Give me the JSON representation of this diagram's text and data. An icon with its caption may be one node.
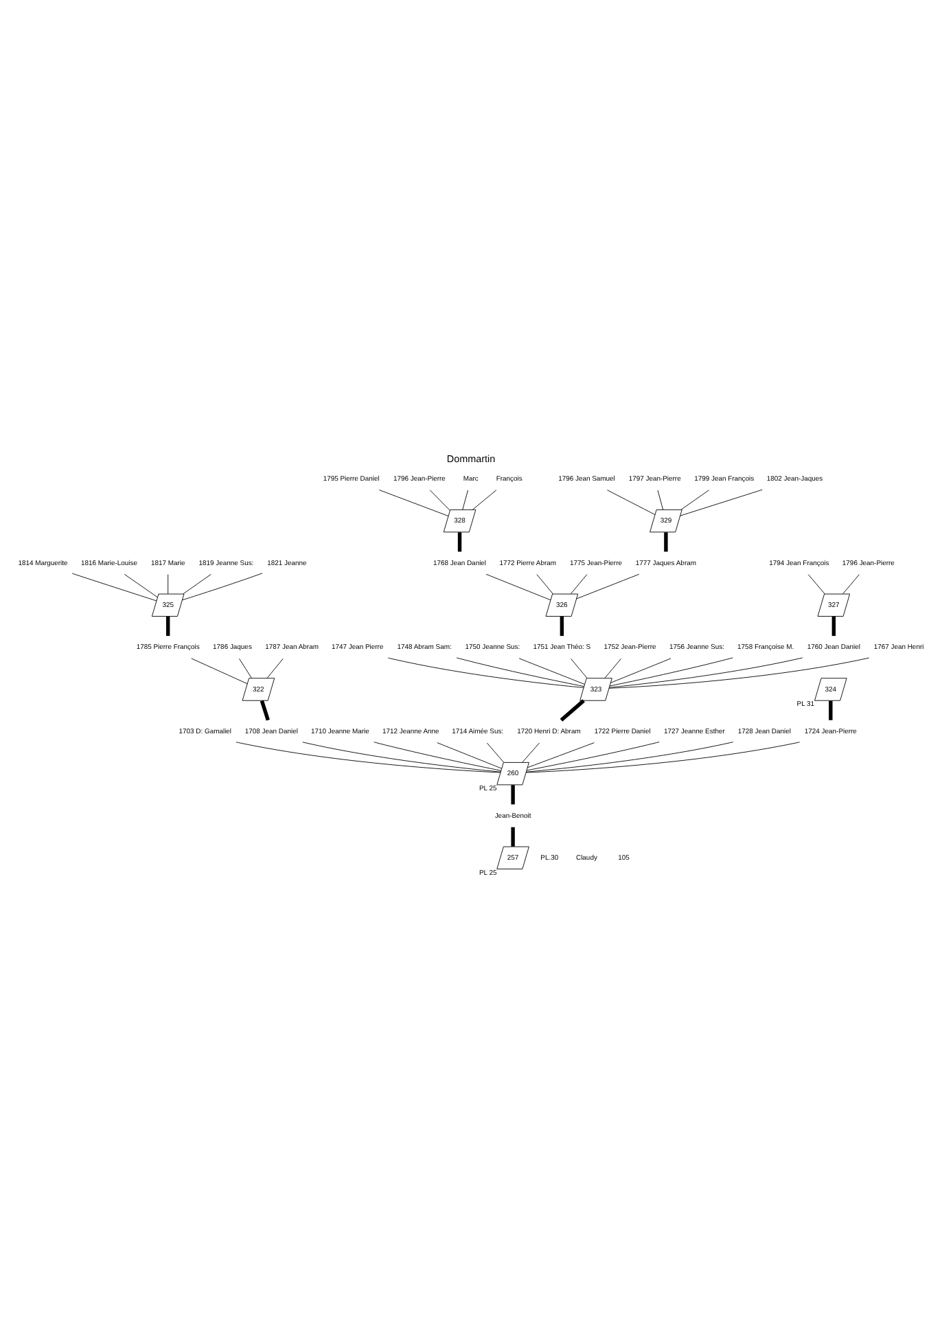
{
  "diagram": {
    "title": "Dommartin",
    "nodes": [
      {
        "text": [
          "257"
        ],
        "beside": [
          "PL 25"
        ]
      },
      {
        "text": [
          "Jean-Benoit"
        ]
      },
      {
        "text": [
          "260"
        ],
        "beside": [
          "PL 25"
        ]
      },
      {
        "text": [
          "1703 D: Gamaliel"
        ]
      },
      {
        "text": [
          "1708 Jean Daniel"
        ]
      },
      {
        "text": [
          "1710 Jeanne Marie"
        ]
      },
      {
        "text": [
          "1712 Jeanne Anne"
        ]
      },
      {
        "text": [
          "1714 Aimée Sus:"
        ]
      },
      {
        "text": [
          "1720 Henri D: Abram"
        ]
      },
      {
        "text": [
          "1722 Pierre Daniel"
        ]
      },
      {
        "text": [
          "1727 Jeanne Esther"
        ]
      },
      {
        "text": [
          "1728 Jean Daniel"
        ]
      },
      {
        "text": [
          "1724 Jean-Pierre"
        ]
      },
      {
        "text": [
          "324"
        ],
        "beside": [
          "PL 31"
        ]
      },
      {
        "text": [
          "322"
        ]
      },
      {
        "text": [
          "1785 Pierre François"
        ]
      },
      {
        "text": [
          "1786 Jaques"
        ]
      },
      {
        "text": [
          "1787 Jean Abram"
        ]
      },
      {
        "text": [
          "325"
        ]
      },
      {
        "text": [
          "1814 Marguerite"
        ]
      },
      {
        "text": [
          "1816 Marie-Louise"
        ]
      },
      {
        "text": [
          "1817 Marie"
        ]
      },
      {
        "text": [
          "1819 Jeanne Sus:"
        ]
      },
      {
        "text": [
          "1821 Jeanne"
        ]
      },
      {
        "text": [
          "323"
        ]
      },
      {
        "text": [
          "1747 Jean Pierre"
        ]
      },
      {
        "text": [
          "1748 Abram Sam:"
        ]
      },
      {
        "text": [
          "1750 Jeanne Sus:"
        ]
      },
      {
        "text": [
          "1751 Jean Théo: S"
        ]
      },
      {
        "text": [
          "1752 Jean-Pierre"
        ]
      },
      {
        "text": [
          "1756 Jeanne Sus:"
        ]
      },
      {
        "text": [
          "1758 Françoise M."
        ]
      },
      {
        "text": [
          "1760 Jean Daniel"
        ]
      },
      {
        "text": [
          "1767 Jean Henri"
        ]
      },
      {
        "text": [
          "326"
        ]
      },
      {
        "text": [
          "1768 Jean Daniel"
        ]
      },
      {
        "text": [
          "1772 Pierre Abram"
        ]
      },
      {
        "text": [
          "1775 Jean-Pierre"
        ]
      },
      {
        "text": [
          "1777 Jaques Abram"
        ]
      },
      {
        "text": [
          "328"
        ]
      },
      {
        "text": [
          "1795 Pierre Daniel"
        ]
      },
      {
        "text": [
          "1796 Jean-Pierre"
        ]
      },
      {
        "text": [
          "Marc"
        ]
      },
      {
        "text": [
          "François"
        ]
      },
      {
        "text": [
          "329"
        ]
      },
      {
        "text": [
          "1796 Jean Samuel"
        ]
      },
      {
        "text": [
          "1797 Jean-Pierre"
        ]
      },
      {
        "text": [
          "1799 Jean François"
        ]
      },
      {
        "text": [
          "1802 Jean-Jaques"
        ]
      },
      {
        "text": [
          "327"
        ]
      },
      {
        "text": [
          "1794 Jean François"
        ]
      },
      {
        "text": [
          "1796 Jean-Pierre"
        ]
      }
    ],
    "edges": [
      {
        "from": 0,
        "to": 1,
        "arrow": "none",
        "style": "thick"
      },
      {
        "from": 1,
        "to": 2,
        "arrow": "none",
        "style": "thick"
      },
      {
        "from": 2,
        "to": 3,
        "arrow": "none"
      },
      {
        "from": 2,
        "to": 4,
        "arrow": "none"
      },
      {
        "from": 2,
        "to": 5,
        "arrow": "none"
      },
      {
        "from": 2,
        "to": 6,
        "arrow": "none"
      },
      {
        "from": 2,
        "to": 7,
        "arrow": "none"
      },
      {
        "from": 2,
        "to": 8,
        "arrow": "none"
      },
      {
        "from": 2,
        "to": 9,
        "arrow": "none"
      },
      {
        "from": 2,
        "to": 10,
        "arrow": "none"
      },
      {
        "from": 2,
        "to": 11,
        "arrow": "none"
      },
      {
        "from": 2,
        "to": 12,
        "arrow": "none"
      },
      {
        "from": 12,
        "to": 13,
        "arrow": "none",
        "style": "thick"
      },
      {
        "from": 4,
        "to": 14,
        "arrow": "none",
        "style": "thick"
      },
      {
        "from": 14,
        "to": 15,
        "arrow": "none"
      },
      {
        "from": 14,
        "to": 16,
        "arrow": "none"
      },
      {
        "from": 14,
        "to": 17,
        "arrow": "none"
      },
      {
        "from": 15,
        "to": 18,
        "arrow": "none",
        "style": "thick"
      },
      {
        "from": 18,
        "to": 19,
        "arrow": "none"
      },
      {
        "from": 18,
        "to": 20,
        "arrow": "none"
      },
      {
        "from": 18,
        "to": 21,
        "arrow": "none"
      },
      {
        "from": 18,
        "to": 22,
        "arrow": "none"
      },
      {
        "from": 18,
        "to": 23,
        "arrow": "none"
      },
      {
        "from": 8,
        "to": 24,
        "arrow": "none",
        "style": "thick"
      },
      {
        "from": 24,
        "to": 25,
        "arrow": "none"
      },
      {
        "from": 24,
        "to": 26,
        "arrow": "none"
      },
      {
        "from": 24,
        "to": 27,
        "arrow": "none"
      },
      {
        "from": 24,
        "to": 28,
        "arrow": "none"
      },
      {
        "from": 24,
        "to": 29,
        "arrow": "none"
      },
      {
        "from": 24,
        "to": 30,
        "arrow": "none"
      },
      {
        "from": 24,
        "to": 31,
        "arrow": "none"
      },
      {
        "from": 24,
        "to": 32,
        "arrow": "none"
      },
      {
        "from": 24,
        "to": 33,
        "arrow": "none"
      },
      {
        "from": 28,
        "to": 34,
        "arrow": "none",
        "style": "thick"
      },
      {
        "from": 34,
        "to": 35,
        "arrow": "none"
      },
      {
        "from": 34,
        "to": 36,
        "arrow": "none"
      },
      {
        "from": 34,
        "to": 37,
        "arrow": "none"
      },
      {
        "from": 34,
        "to": 38,
        "arrow": "none"
      },
      {
        "from": 35,
        "to": 39,
        "arrow": "none",
        "style": "thick"
      },
      {
        "from": 39,
        "to": 40,
        "arrow": "none"
      },
      {
        "from": 39,
        "to": 41,
        "arrow": "none"
      },
      {
        "from": 39,
        "to": 42,
        "arrow": "none"
      },
      {
        "from": 39,
        "to": 43,
        "arrow": "none"
      },
      {
        "from": 38,
        "to": 44,
        "arrow": "none",
        "style": "thick"
      },
      {
        "from": 44,
        "to": 45,
        "arrow": "none"
      },
      {
        "from": 44,
        "to": 46,
        "arrow": "none"
      },
      {
        "from": 44,
        "to": 47,
        "arrow": "none"
      },
      {
        "from": 44,
        "to": 48,
        "arrow": "none"
      },
      {
        "from": 32,
        "to": 49,
        "arrow": "none",
        "style": "thick"
      },
      {
        "from": 49,
        "to": 50,
        "arrow": "none"
      },
      {
        "from": 49,
        "to": 51,
        "arrow": "none"
      }
    ],
    "labels": [
      "PL.30",
      "Claudy",
      "105"
    ]
  }
}
